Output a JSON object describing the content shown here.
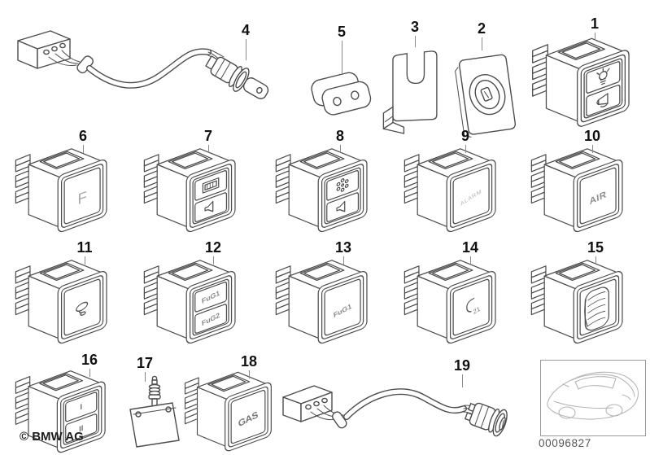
{
  "page": {
    "copyright": "© BMW AG",
    "drawing_number": "00096827",
    "background_color": "#ffffff",
    "line_color": "#4d4d4d",
    "label_color": "#111111",
    "face_text_color": "#999999"
  },
  "parts": [
    {
      "number": "4",
      "drawing": "cable-with-barrel-switch",
      "icons": [
        "connector-plug",
        "cable",
        "barrel-switch",
        "key-blade"
      ]
    },
    {
      "number": "5",
      "drawing": "retaining-bracket-two-holes",
      "icons": [
        "bracket-plate",
        "hole",
        "hole"
      ]
    },
    {
      "number": "3",
      "drawing": "holder-bracket-u-notch",
      "icons": [
        "sheet-metal-bracket"
      ]
    },
    {
      "number": "2",
      "drawing": "cover-plate",
      "icons": [
        "round-bezel",
        "keyhole"
      ]
    },
    {
      "number": "1",
      "drawing": "rocker-switch",
      "icons": [
        "lamp-icon",
        "horn-icon"
      ]
    },
    {
      "number": "6",
      "drawing": "rocker-switch",
      "face": "F"
    },
    {
      "number": "7",
      "drawing": "rocker-switch",
      "icons": [
        "indicator-window-icon",
        "speaker-icon"
      ]
    },
    {
      "number": "8",
      "drawing": "rocker-switch",
      "icons": [
        "snowflake-icon",
        "speaker-icon"
      ]
    },
    {
      "number": "9",
      "drawing": "rocker-switch",
      "face": "ALARM"
    },
    {
      "number": "10",
      "drawing": "rocker-switch",
      "face": "AIR"
    },
    {
      "number": "11",
      "drawing": "rocker-switch",
      "icons": [
        "interior-lamp-icon"
      ]
    },
    {
      "number": "12",
      "drawing": "rocker-switch",
      "face_top": "FuG1",
      "face_bottom": "FuG2"
    },
    {
      "number": "13",
      "drawing": "rocker-switch",
      "face": "FuG1"
    },
    {
      "number": "14",
      "drawing": "rocker-switch",
      "face": "21",
      "icons": [
        "hook-symbol-icon"
      ]
    },
    {
      "number": "15",
      "drawing": "rocker-switch",
      "icons": [
        "thumbwheel-icon"
      ]
    },
    {
      "number": "16",
      "drawing": "rocker-switch",
      "face_top": "I",
      "face_bottom": "II"
    },
    {
      "number": "17",
      "drawing": "micro-switch-with-plunger",
      "icons": [
        "plunger-icon"
      ]
    },
    {
      "number": "18",
      "drawing": "rocker-switch",
      "face": "GAS"
    },
    {
      "number": "19",
      "drawing": "cable-with-socket",
      "icons": [
        "connector-plug",
        "cable",
        "lighter-socket"
      ]
    }
  ]
}
